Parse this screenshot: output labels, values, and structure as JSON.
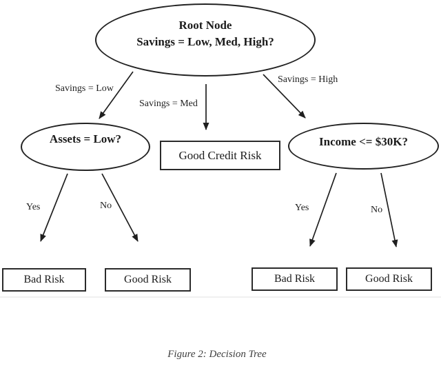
{
  "colors": {
    "ink": "#1f1f1f",
    "background": "#ffffff"
  },
  "tree": {
    "root": {
      "title": "Root Node",
      "question": "Savings = Low, Med, High?"
    },
    "branch_labels": {
      "low": "Savings = Low",
      "med": "Savings = Med",
      "high": "Savings = High"
    },
    "left_subtree": {
      "node_question": "Assets = Low?",
      "yes_label": "Yes",
      "no_label": "No",
      "yes_leaf": "Bad Risk",
      "no_leaf": "Good Risk"
    },
    "middle_leaf": "Good Credit Risk",
    "right_subtree": {
      "node_question": "Income <= $30K?",
      "yes_label": "Yes",
      "no_label": "No",
      "yes_leaf": "Bad Risk",
      "no_leaf": "Good Risk"
    }
  },
  "caption": "Figure 2: Decision Tree"
}
